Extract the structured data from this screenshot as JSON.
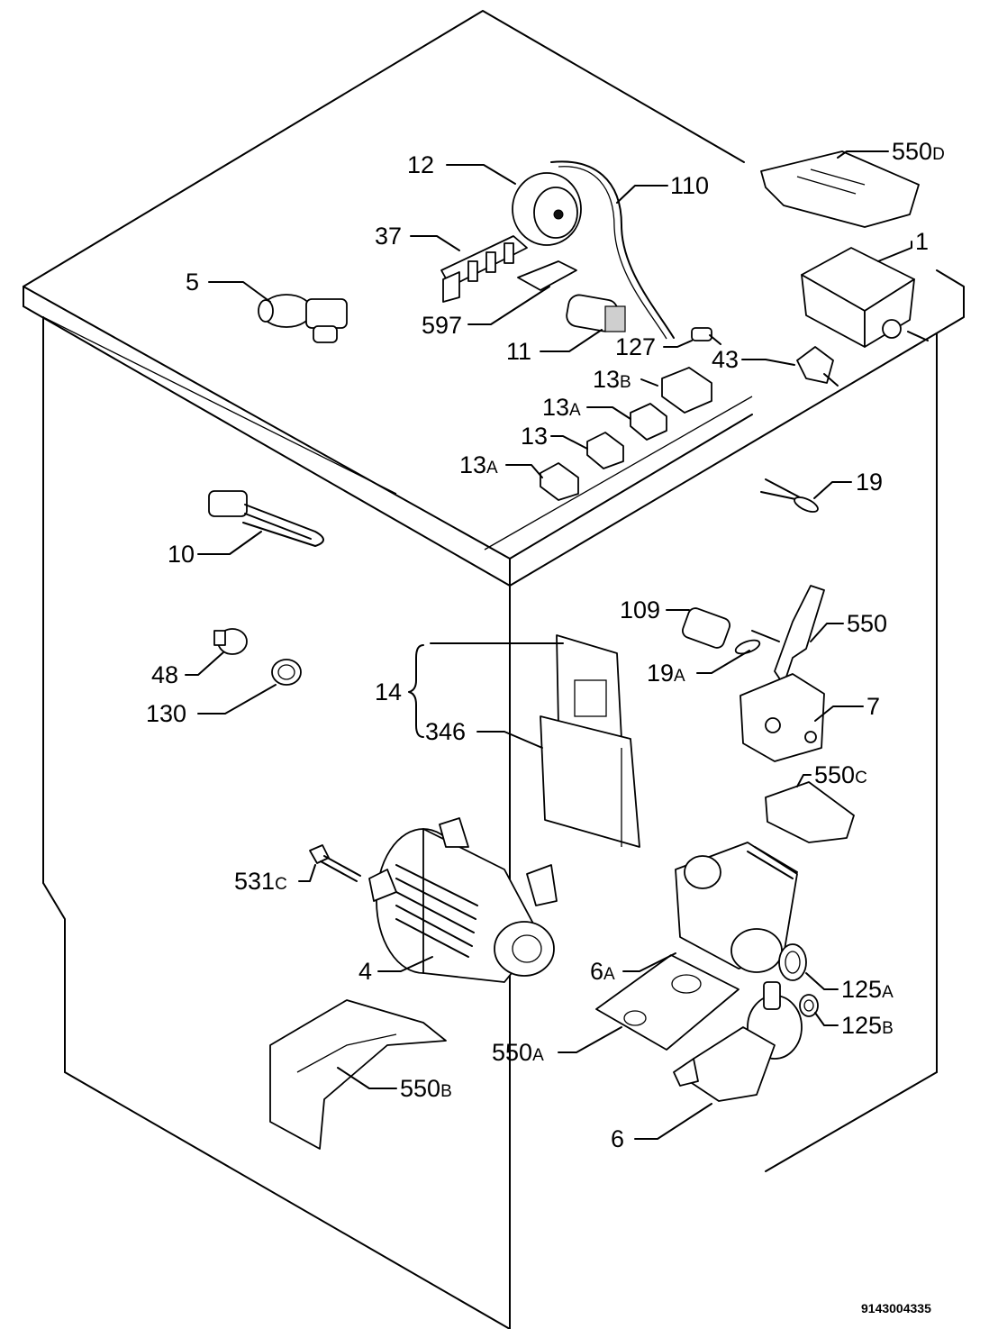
{
  "diagram": {
    "doc_number": "9143004335",
    "callouts": [
      {
        "id": "c-12",
        "text": "12"
      },
      {
        "id": "c-110",
        "text": "110"
      },
      {
        "id": "c-550d",
        "text": "550",
        "suffix": "D"
      },
      {
        "id": "c-37",
        "text": "37"
      },
      {
        "id": "c-1",
        "text": "1"
      },
      {
        "id": "c-5",
        "text": "5"
      },
      {
        "id": "c-597",
        "text": "597"
      },
      {
        "id": "c-11",
        "text": "11"
      },
      {
        "id": "c-127",
        "text": "127"
      },
      {
        "id": "c-43",
        "text": "43"
      },
      {
        "id": "c-13b",
        "text": "13",
        "suffix": "B"
      },
      {
        "id": "c-13a-1",
        "text": "13",
        "suffix": "A"
      },
      {
        "id": "c-13",
        "text": "13"
      },
      {
        "id": "c-13a-2",
        "text": "13",
        "suffix": "A"
      },
      {
        "id": "c-19",
        "text": "19"
      },
      {
        "id": "c-10",
        "text": "10"
      },
      {
        "id": "c-109",
        "text": "109"
      },
      {
        "id": "c-550",
        "text": "550"
      },
      {
        "id": "c-19a",
        "text": "19",
        "suffix": "A"
      },
      {
        "id": "c-48",
        "text": "48"
      },
      {
        "id": "c-14",
        "text": "14"
      },
      {
        "id": "c-7",
        "text": "7"
      },
      {
        "id": "c-130",
        "text": "130"
      },
      {
        "id": "c-346",
        "text": "346"
      },
      {
        "id": "c-550c",
        "text": "550",
        "suffix": "C"
      },
      {
        "id": "c-531c",
        "text": "531",
        "suffix": "C"
      },
      {
        "id": "c-4",
        "text": "4"
      },
      {
        "id": "c-6a",
        "text": "6",
        "suffix": "A"
      },
      {
        "id": "c-125a",
        "text": "125",
        "suffix": "A"
      },
      {
        "id": "c-125b",
        "text": "125",
        "suffix": "B"
      },
      {
        "id": "c-550a",
        "text": "550",
        "suffix": "A"
      },
      {
        "id": "c-550b",
        "text": "550",
        "suffix": "B"
      },
      {
        "id": "c-6",
        "text": "6"
      }
    ]
  }
}
